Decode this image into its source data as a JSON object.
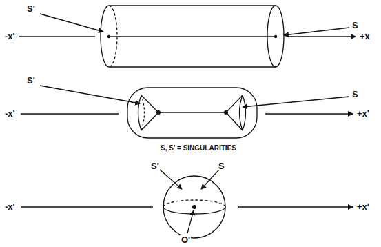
{
  "diagram": {
    "labels": [
      "S'",
      "-x'",
      "S",
      "+x",
      "S'",
      "-x'",
      "S",
      "+x'",
      "S, S' = SINGULARITIES",
      "S'",
      "S",
      "-x'",
      "+x'",
      "O'"
    ]
  }
}
